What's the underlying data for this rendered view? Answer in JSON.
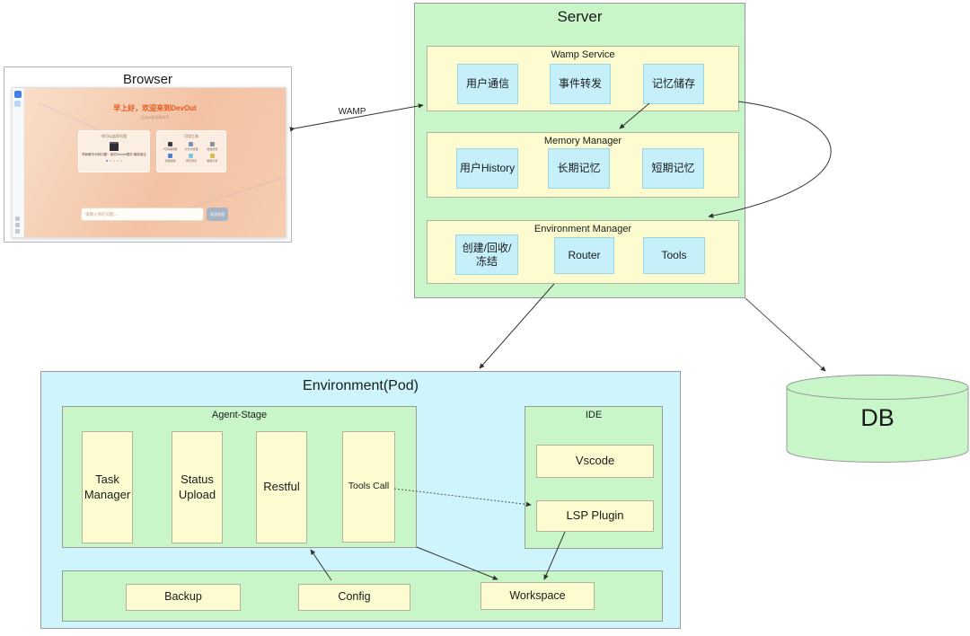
{
  "browser": {
    "title": "Browser",
    "page": {
      "greeting": "早上好，欢迎来到DevOut",
      "subtitle": "迈向AI研发新时代",
      "assistant_card": {
        "title": "你可以这样问我",
        "text": "帮我解决代码问题：我的Sonnet提供 最新用法"
      },
      "tools_card": {
        "title": "可用工具",
        "tools": [
          "代码编辑器",
          "文件浏览器",
          "网络搜索",
          "终端控制",
          "网页浏览",
          "数据分析"
        ]
      },
      "input_placeholder": "请输入你的问题....",
      "send_button": "发送消息"
    }
  },
  "server": {
    "title": "Server",
    "sections": [
      {
        "title": "Wamp Service",
        "items": [
          "用户通信",
          "事件转发",
          "记忆储存"
        ]
      },
      {
        "title": "Memory Manager",
        "items": [
          "用户History",
          "长期记忆",
          "短期记忆"
        ]
      },
      {
        "title": "Environment Manager",
        "items": [
          "创建/回收/冻结",
          "Router",
          "Tools"
        ]
      }
    ]
  },
  "pod": {
    "title": "Environment(Pod)",
    "agent_stage": {
      "title": "Agent-Stage",
      "items": [
        "Task Manager",
        "Status Upload",
        "Restful",
        "Tools Call"
      ]
    },
    "ide": {
      "title": "IDE",
      "items": [
        "Vscode",
        "LSP Plugin"
      ]
    },
    "base_items": [
      "Backup",
      "Config",
      "Workspace"
    ]
  },
  "db": {
    "label": "DB"
  },
  "connections": {
    "wamp_label": "WAMP"
  },
  "colors": {
    "server_green": "#c9f6c9",
    "section_yellow": "#fdfcd0",
    "item_blue": "#c5eff9",
    "pod_cyan": "#cdf5fb",
    "accent_orange": "#e7591c"
  }
}
